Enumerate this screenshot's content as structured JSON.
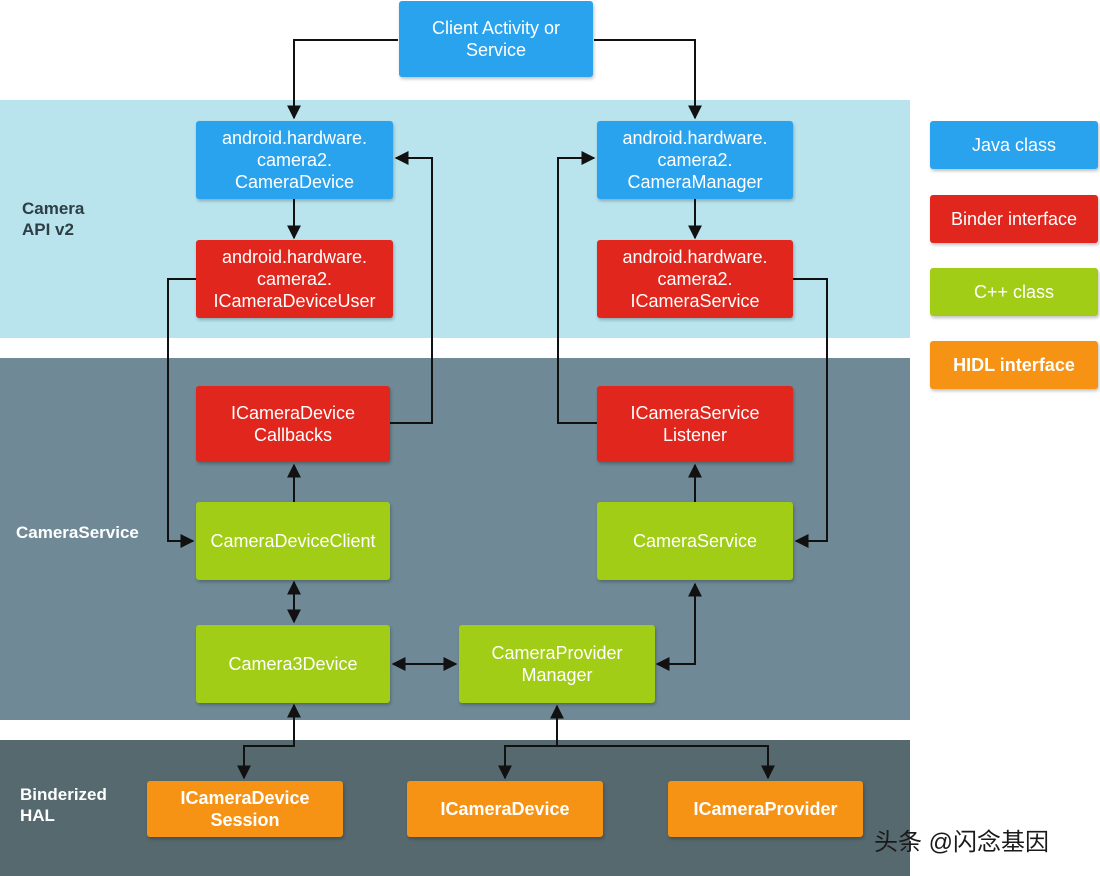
{
  "layers": {
    "api": "Camera\nAPI v2",
    "service": "CameraService",
    "hal": "Binderized\nHAL"
  },
  "nodes": {
    "client": "Client Activity or\nService",
    "camera_device": "android.hardware.\ncamera2.\nCameraDevice",
    "camera_manager": "android.hardware.\ncamera2.\nCameraManager",
    "icamera_device_user": "android.hardware.\ncamera2.\nICameraDeviceUser",
    "icamera_service": "android.hardware.\ncamera2.\nICameraService",
    "icamera_device_callbacks": "ICameraDevice\nCallbacks",
    "icamera_service_listener": "ICameraService\nListener",
    "camera_device_client": "CameraDeviceClient",
    "camera_service": "CameraService",
    "camera3_device": "Camera3Device",
    "camera_provider_manager": "CameraProvider\nManager",
    "icamera_device_session": "ICameraDevice\nSession",
    "icamera_device": "ICameraDevice",
    "icamera_provider": "ICameraProvider"
  },
  "legend": {
    "java": "Java class",
    "binder": "Binder interface",
    "cpp": "C++ class",
    "hidl": "HIDL interface"
  },
  "colors": {
    "java": "#2aa3ee",
    "binder": "#e0261d",
    "cpp": "#a1cd16",
    "hidl": "#f69214",
    "api_band": "#b9e4ee",
    "service_band": "#6f8a96",
    "hal_band": "#55696f"
  },
  "watermark": "头条 @闪念基因"
}
